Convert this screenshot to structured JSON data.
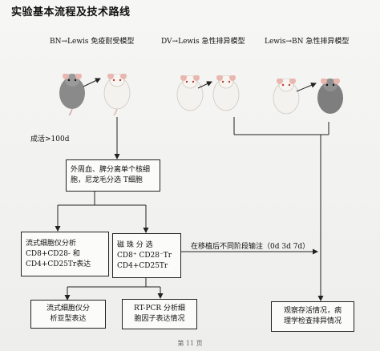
{
  "title": "实验基本流程及技术路线",
  "models": {
    "left": "BN→Lewis 免疫耐受模型",
    "middle": "DV→Lewis 急性排异模型",
    "right": "Lewis→BN 急性排异模型"
  },
  "survival": "成活>100d",
  "boxes": {
    "isolate": [
      "外周血、脾分离单个核细",
      "胞，尼龙毛分选 T细胞"
    ],
    "flow_left": [
      "流式细胞仪分析",
      "CD8+CD28-    和",
      "CD4+CD25Tr表达"
    ],
    "magnetic": [
      "磁 珠 分 选",
      "CD8⁺ CD28⁻Tr",
      "CD4+CD25Tr"
    ],
    "flow_bottom": [
      "流式细胞仪分",
      "析亚型表达"
    ],
    "rtpcr": [
      "RT-PCR 分析细",
      "胞因子表达情况"
    ],
    "observe": [
      "观察存活情况，病",
      "理学检查排异情况"
    ]
  },
  "transplant_label": "在移植后不同阶段输注（0d 3d 7d）",
  "footer": "第 11 页",
  "colors": {
    "background": "#f2f2f0",
    "line": "#222222",
    "rat_gray": "#8a8a8a",
    "rat_white": "#f4f2ee",
    "ear_pink": "#e8b7b0"
  }
}
